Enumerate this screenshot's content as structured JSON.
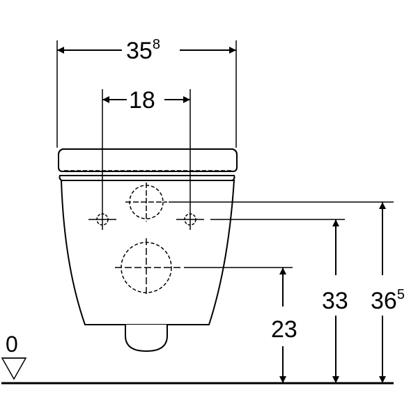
{
  "dimensions": {
    "total_width": {
      "value": "35",
      "sup": "8"
    },
    "fixing_spacing": {
      "value": "18"
    },
    "height_outlet": {
      "value": "23"
    },
    "height_fixing": {
      "value": "33"
    },
    "height_top_ring": {
      "value": "36",
      "sup": "5"
    },
    "floor_reference": {
      "value": "0"
    }
  },
  "colors": {
    "line": "#000000",
    "fill": "#ffffff"
  }
}
